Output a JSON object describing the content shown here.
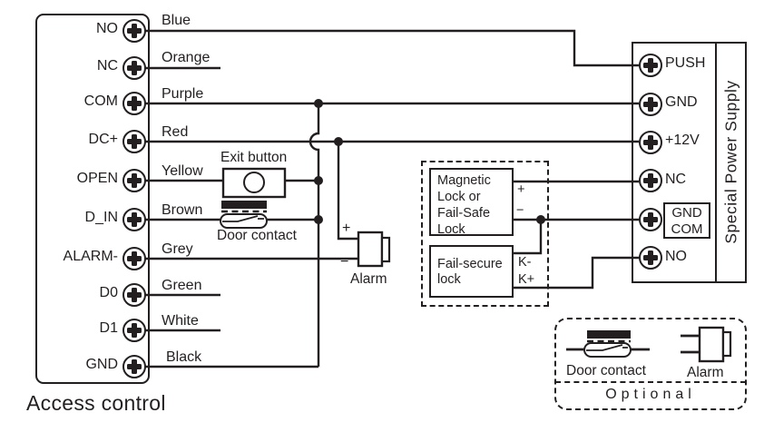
{
  "diagram": {
    "line_color": "#231f20",
    "access_control": {
      "title": "Access control",
      "terminals": [
        {
          "name": "NO",
          "wire": "Blue"
        },
        {
          "name": "NC",
          "wire": "Orange"
        },
        {
          "name": "COM",
          "wire": "Purple"
        },
        {
          "name": "DC+",
          "wire": "Red"
        },
        {
          "name": "OPEN",
          "wire": "Yellow"
        },
        {
          "name": "D_IN",
          "wire": "Brown"
        },
        {
          "name": "ALARM-",
          "wire": "Grey"
        },
        {
          "name": "D0",
          "wire": "Green"
        },
        {
          "name": "D1",
          "wire": "White"
        },
        {
          "name": "GND",
          "wire": "Black"
        }
      ]
    },
    "power_supply": {
      "title": "Special Power Supply",
      "terminals": [
        "PUSH",
        "GND",
        "+12V",
        "NC",
        "GND\nCOM",
        "NO"
      ]
    },
    "components": {
      "exit_button_label": "Exit button",
      "door_contact_label": "Door contact",
      "alarm_label": "Alarm",
      "alarm_plus": "+",
      "alarm_minus": "−"
    },
    "locks": {
      "magnetic_lock_label": "Magnetic\nLock or\nFail-Safe\nLock",
      "fail_secure_label": "Fail-secure\nlock",
      "plus": "+",
      "minus": "−",
      "k_minus": "K-",
      "k_plus": "K+"
    },
    "optional": {
      "title": "Optional",
      "door_contact_label": "Door contact",
      "alarm_label": "Alarm"
    }
  }
}
